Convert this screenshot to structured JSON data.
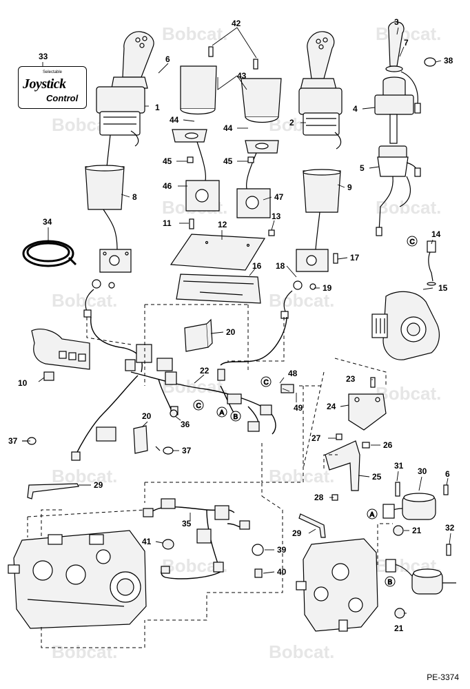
{
  "diagram_code": "PE-3374",
  "logo": {
    "small": "Selectable",
    "main": "Joystick",
    "sub": "Control"
  },
  "watermark_text": "Bobcat.",
  "connectors": {
    "a": "A",
    "b": "B",
    "c": "C"
  },
  "callouts": {
    "c1": "1",
    "c2": "2",
    "c3": "3",
    "c4": "4",
    "c5": "5",
    "c6a": "6",
    "c6b": "6",
    "c7": "7",
    "c8": "8",
    "c9": "9",
    "c10": "10",
    "c11": "11",
    "c12": "12",
    "c13": "13",
    "c14": "14",
    "c15": "15",
    "c16": "16",
    "c17": "17",
    "c18": "18",
    "c19": "19",
    "c20a": "20",
    "c20b": "20",
    "c21a": "21",
    "c21b": "21",
    "c22": "22",
    "c23": "23",
    "c24": "24",
    "c25": "25",
    "c26": "26",
    "c27": "27",
    "c28": "28",
    "c29a": "29",
    "c29b": "29",
    "c30": "30",
    "c31": "31",
    "c32": "32",
    "c33": "33",
    "c34": "34",
    "c35": "35",
    "c36": "36",
    "c37a": "37",
    "c37b": "37",
    "c38": "38",
    "c39": "39",
    "c40": "40",
    "c41": "41",
    "c42": "42",
    "c43": "43",
    "c44a": "44",
    "c44b": "44",
    "c45a": "45",
    "c45b": "45",
    "c46": "46",
    "c47": "47",
    "c48": "48",
    "c49": "49"
  },
  "colors": {
    "line": "#000000",
    "watermark": "#e6e6e6",
    "part_fill": "#f2f2f2"
  }
}
